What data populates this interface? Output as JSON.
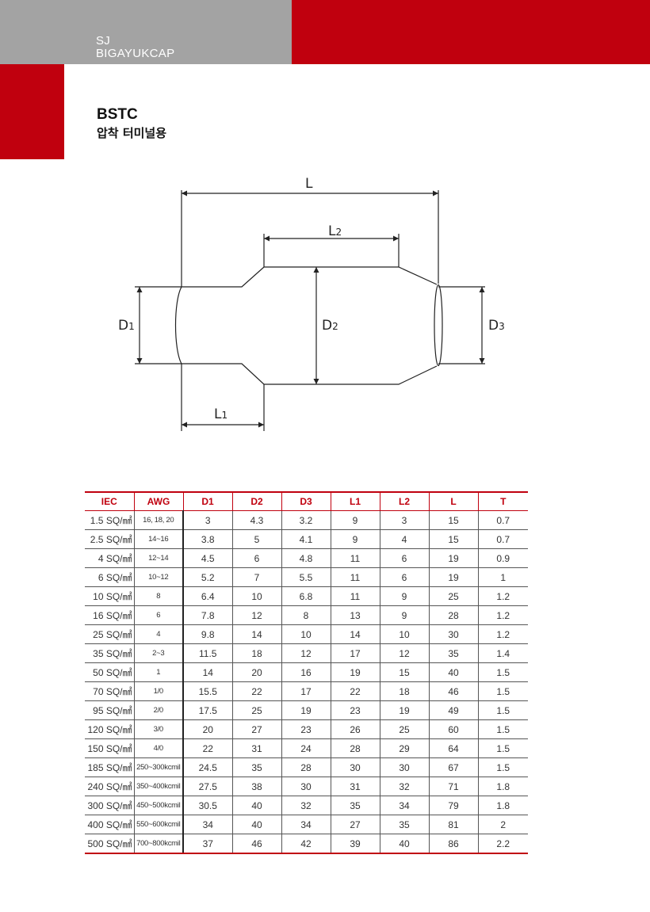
{
  "brand": {
    "line1": "SJ",
    "line2": "BIGAYUKCAP"
  },
  "product": {
    "code": "BSTC",
    "subtitle": "압착 터미널용"
  },
  "diagram": {
    "labels": {
      "L": "L",
      "L2_main": "L",
      "L2_sub": "2",
      "D1_main": "D",
      "D1_sub": "1",
      "D2_main": "D",
      "D2_sub": "2",
      "D3_main": "D",
      "D3_sub": "3",
      "L1_main": "L",
      "L1_sub": "1"
    }
  },
  "table": {
    "headers": [
      "IEC",
      "AWG",
      "D1",
      "D2",
      "D3",
      "L1",
      "L2",
      "L",
      "T"
    ],
    "rows": [
      [
        "1.5 SQ/㎟",
        "16, 18, 20",
        "3",
        "4.3",
        "3.2",
        "9",
        "3",
        "15",
        "0.7"
      ],
      [
        "2.5 SQ/㎟",
        "14~16",
        "3.8",
        "5",
        "4.1",
        "9",
        "4",
        "15",
        "0.7"
      ],
      [
        "4 SQ/㎟",
        "12~14",
        "4.5",
        "6",
        "4.8",
        "11",
        "6",
        "19",
        "0.9"
      ],
      [
        "6 SQ/㎟",
        "10~12",
        "5.2",
        "7",
        "5.5",
        "11",
        "6",
        "19",
        "1"
      ],
      [
        "10 SQ/㎟",
        "8",
        "6.4",
        "10",
        "6.8",
        "11",
        "9",
        "25",
        "1.2"
      ],
      [
        "16 SQ/㎟",
        "6",
        "7.8",
        "12",
        "8",
        "13",
        "9",
        "28",
        "1.2"
      ],
      [
        "25 SQ/㎟",
        "4",
        "9.8",
        "14",
        "10",
        "14",
        "10",
        "30",
        "1.2"
      ],
      [
        "35 SQ/㎟",
        "2~3",
        "11.5",
        "18",
        "12",
        "17",
        "12",
        "35",
        "1.4"
      ],
      [
        "50 SQ/㎟",
        "1",
        "14",
        "20",
        "16",
        "19",
        "15",
        "40",
        "1.5"
      ],
      [
        "70 SQ/㎟",
        "1/0",
        "15.5",
        "22",
        "17",
        "22",
        "18",
        "46",
        "1.5"
      ],
      [
        "95 SQ/㎟",
        "2/0",
        "17.5",
        "25",
        "19",
        "23",
        "19",
        "49",
        "1.5"
      ],
      [
        "120 SQ/㎟",
        "3/0",
        "20",
        "27",
        "23",
        "26",
        "25",
        "60",
        "1.5"
      ],
      [
        "150 SQ/㎟",
        "4/0",
        "22",
        "31",
        "24",
        "28",
        "29",
        "64",
        "1.5"
      ],
      [
        "185 SQ/㎟",
        "250~300kcmil",
        "24.5",
        "35",
        "28",
        "30",
        "30",
        "67",
        "1.5"
      ],
      [
        "240 SQ/㎟",
        "350~400kcmil",
        "27.5",
        "38",
        "30",
        "31",
        "32",
        "71",
        "1.8"
      ],
      [
        "300 SQ/㎟",
        "450~500kcmil",
        "30.5",
        "40",
        "32",
        "35",
        "34",
        "79",
        "1.8"
      ],
      [
        "400 SQ/㎟",
        "550~600kcmil",
        "34",
        "40",
        "34",
        "27",
        "35",
        "81",
        "2"
      ],
      [
        "500 SQ/㎟",
        "700~800kcmil",
        "37",
        "46",
        "42",
        "39",
        "40",
        "86",
        "2.2"
      ]
    ]
  },
  "colors": {
    "accent": "#c0000e",
    "gray": "#a3a3a3"
  }
}
